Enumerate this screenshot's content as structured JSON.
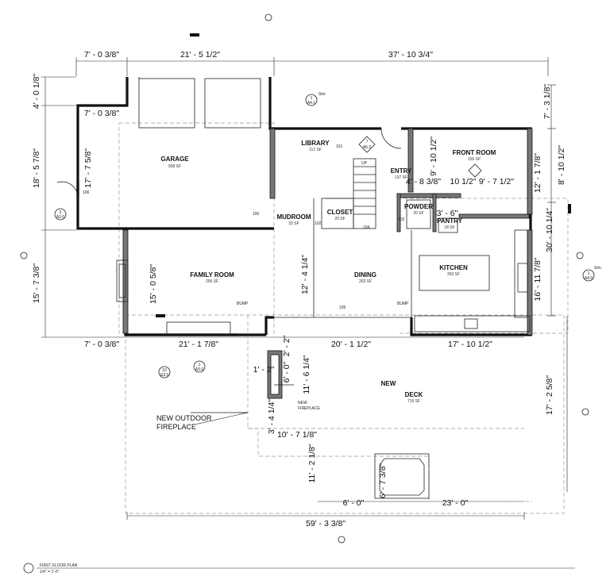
{
  "rooms": {
    "garage": {
      "name": "GARAGE",
      "area": "558 SF"
    },
    "library": {
      "name": "LIBRARY",
      "area": "112 SF"
    },
    "front_room": {
      "name": "FRONT ROOM",
      "area": "155 SF"
    },
    "entry": {
      "name": "ENTRY",
      "area": "137 SF"
    },
    "mudroom": {
      "name": "MUDROOM",
      "area": "33 SF"
    },
    "closet": {
      "name": "CLOSET",
      "area": "20 SF"
    },
    "powder": {
      "name": "POWDER",
      "area": "20 SF"
    },
    "pantry": {
      "name": "PANTRY",
      "area": "18 SF"
    },
    "family_room": {
      "name": "FAMILY ROOM",
      "area": "295 SF"
    },
    "dining": {
      "name": "DINING",
      "area": "263 SF"
    },
    "kitchen": {
      "name": "KITCHEN",
      "area": "263 SF"
    },
    "deck": {
      "name_line1": "NEW",
      "name_line2": "DECK",
      "area": "715 SF"
    }
  },
  "dimensions": {
    "top_1": "7' - 0 3/8\"",
    "top_2": "21' - 5 1/2\"",
    "top_3": "37' - 10 3/4\"",
    "left_1": "4' - 0 1/8\"",
    "left_2": "18' - 5 7/8\"",
    "left_3": "15' - 7 3/8\"",
    "garage_w": "7' - 0 3/8\"",
    "garage_h": "17' - 7 5/8\"",
    "right_1": "7' - 3 1/8\"",
    "right_2": "8' - 10 1/2\"",
    "right_3": "30' - 10 1/4\"",
    "right_4": "17' - 2 5/8\"",
    "library_h": "9' - 10 1/2\"",
    "entry_w1": "4' - 8 3/8\"",
    "entry_w2": "10 1/2\"",
    "front_w": "9' - 7 1/2\"",
    "front_h": "12' - 1 7/8\"",
    "powder_w": "3' - 6\"",
    "kitchen_h": "16' - 11 7/8\"",
    "family_h": "15' - 0 5/8\"",
    "dining_h": "12' - 4 1/4\"",
    "bottom_1": "7' - 0 3/8\"",
    "bottom_2": "21' - 1 7/8\"",
    "bottom_3": "20' - 1 1/2\"",
    "bottom_4": "17' - 10 1/2\"",
    "deck_2_2": "2' - 2\"",
    "fp_w": "1' - 2\"",
    "fp_h": "6' - 0\"",
    "fp_off": "11' - 6 1/4\"",
    "fp_off2": "3' - 4 1/4\"",
    "deck_10": "10' - 7 1/8\"",
    "deck_11": "11' - 2 1/8\"",
    "tub_h": "6' - 7 3/8\"",
    "tub_off": "6' - 0\"",
    "tub_off2": "23' - 0\"",
    "overall": "59' - 3 3/8\""
  },
  "notes": {
    "bump_left": "BUMP",
    "bump_right": "BUMP",
    "outdoor_fp_1": "NEW OUTDOOR",
    "outdoor_fp_2": "FIREPLACE",
    "new_fp_1": "NEW",
    "new_fp_2": "FIREPLACE",
    "up": "UP",
    "sheet_title": "FIRST FLOOR PLAN",
    "scale": "1/4\" = 1'-0\""
  },
  "door_tags": [
    "106",
    "100",
    "101",
    "102",
    "104",
    "103",
    "105"
  ],
  "section_marks": {
    "a41": "1",
    "a41_sheet": "A4.1",
    "a52": "7",
    "a52_sheet": "A5.2",
    "a30_left": "3",
    "a30_left_sheet": "A3.0",
    "a30_bottom": "1",
    "a30_bottom_sheet": "A3.0",
    "g30": "10",
    "g30_sheet": "G3.0",
    "a40": "1",
    "a40_sheet": "A4.0",
    "sim": "Sim"
  },
  "colors": {
    "line": "#111111",
    "dashed": "#999999",
    "wall_fill": "#777777"
  }
}
